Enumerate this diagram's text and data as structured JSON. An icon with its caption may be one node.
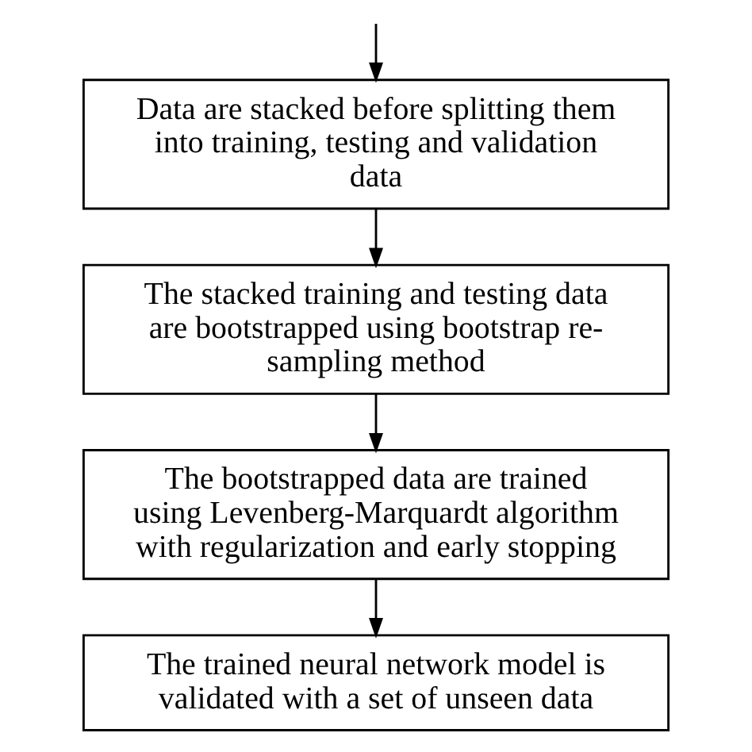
{
  "diagram": {
    "nodes": [
      {
        "text": [
          "Data are stacked before splitting them into training, testing and validation data"
        ]
      },
      {
        "text": [
          "The stacked training and testing data are bootstrapped using bootstrap re-sampling method"
        ]
      },
      {
        "text": [
          "The bootstrapped data are trained using Levenberg-Marquardt algorithm with regularization and early stopping"
        ]
      },
      {
        "text": [
          "The trained neural network model is validated with a set of unseen data"
        ]
      }
    ],
    "edges": [
      {
        "from": null,
        "to": 0,
        "arrow": "to"
      },
      {
        "from": 0,
        "to": 1,
        "arrow": "to"
      },
      {
        "from": 1,
        "to": 2,
        "arrow": "to"
      },
      {
        "from": 2,
        "to": 3,
        "arrow": "to"
      }
    ]
  }
}
